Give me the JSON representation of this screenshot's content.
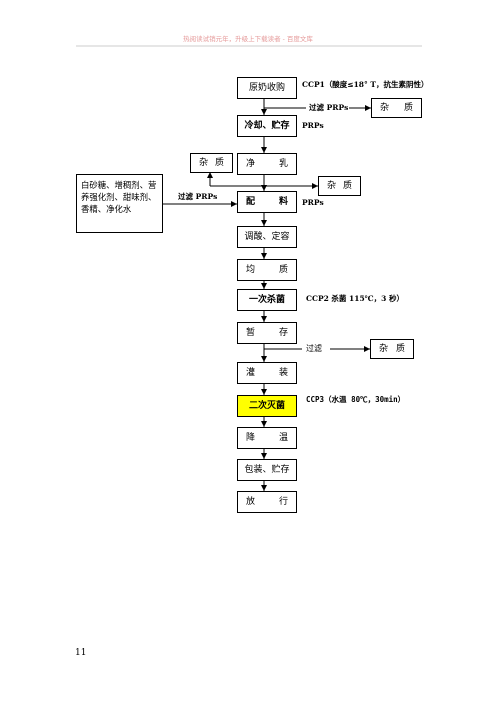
{
  "header": {
    "text": "热阅读试销元年，升级上下载读者 - 百度文库"
  },
  "flow": {
    "steps": [
      {
        "label": "原奶收购"
      },
      {
        "label": "冷却、贮存"
      },
      {
        "label": "净 乳"
      },
      {
        "label": "配 料"
      },
      {
        "label": "调酸、定容"
      },
      {
        "label": "均 质"
      },
      {
        "label": "一次杀菌"
      },
      {
        "label": "暂 存"
      },
      {
        "label": "灌 装"
      },
      {
        "label": "二次灭菌"
      },
      {
        "label": "降 温"
      },
      {
        "label": "包装、贮存"
      },
      {
        "label": "放 行"
      }
    ]
  },
  "side_boxes": {
    "impurity_after_receiving": "杂 质",
    "impurity_left_clarify": "杂 质",
    "impurity_right_clarify": "杂 质",
    "impurity_after_storage": "杂 质",
    "ingredients": "白砂糖、增稠剂、营养强化剂、甜味剂、香精、净化水"
  },
  "annotations": {
    "ccp1": "CCP1（酸度≤18° T，抗生素阴性）",
    "filter_prps_receiving": "过滤 PRPs",
    "prps_cooling": "PRPs",
    "filter_prps_ingredients": "过滤 PRPs",
    "prps_batching": "PRPs",
    "ccp2": "CCP2 杀菌 115℃，3 秒）",
    "filter_storage": "过滤",
    "ccp3": "CCP3（水温 80℃，30min）"
  },
  "page_number": "11",
  "colors": {
    "header_text": "#e59a9a",
    "highlight_fill": "#ffff00"
  }
}
